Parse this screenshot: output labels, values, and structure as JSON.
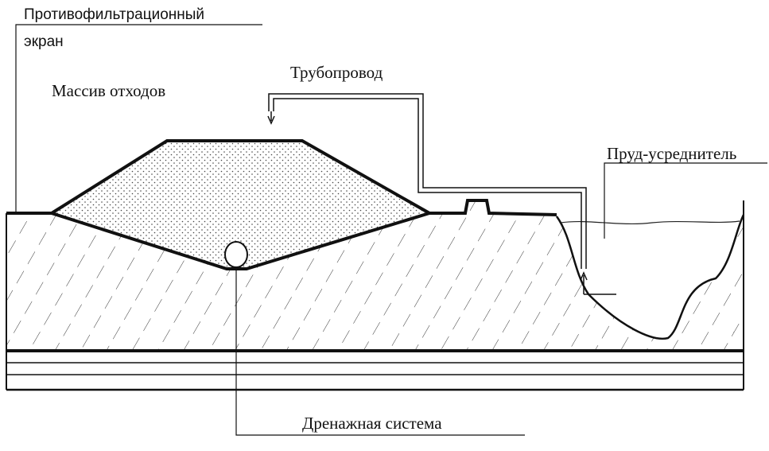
{
  "labels": {
    "screen_line1": "Противофильтрационный",
    "screen_line2": "экран",
    "waste": "Массив отходов",
    "pipeline": "Трубопровод",
    "pond": "Пруд-усреднитель",
    "drainage": "Дренажная система"
  }
}
